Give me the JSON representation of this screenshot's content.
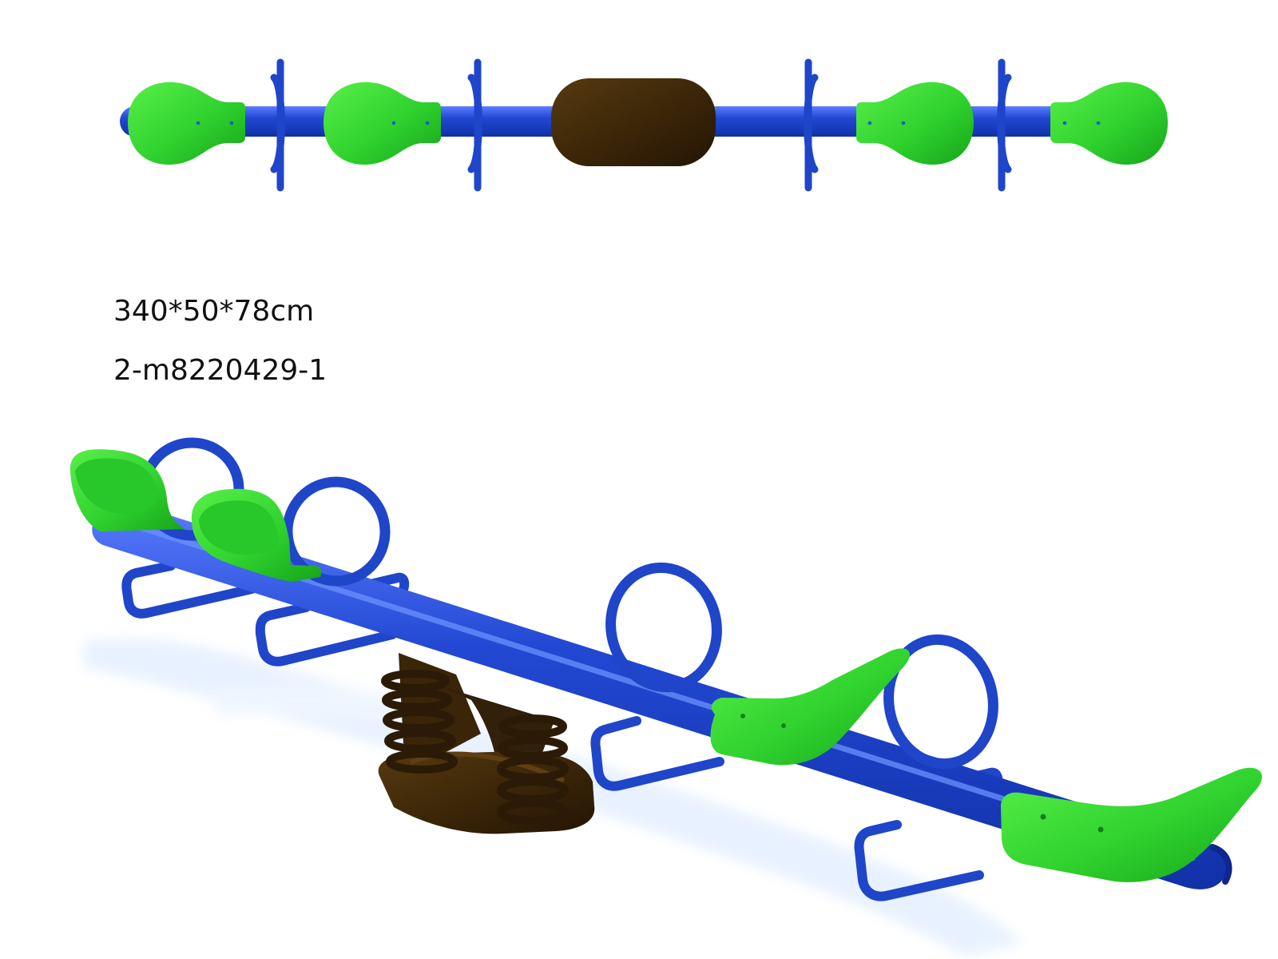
{
  "product": {
    "dimensions": "340*50*78cm",
    "model_code": "2-m8220429-1"
  },
  "colors": {
    "frame": "#1f45c9",
    "frame_dark": "#11279e",
    "frame_light": "#5e86ff",
    "seat": "#30d12f",
    "seat_dark": "#129316",
    "base": "#3a2508",
    "spring": "#2b1b06",
    "shadow": "#d6e7ff"
  },
  "views": {
    "top": {
      "visible": true
    },
    "perspective": {
      "visible": true
    }
  },
  "icons": {
    "top_view": "seesaw-top-view",
    "perspective_view": "four-seat-spring-seesaw"
  }
}
